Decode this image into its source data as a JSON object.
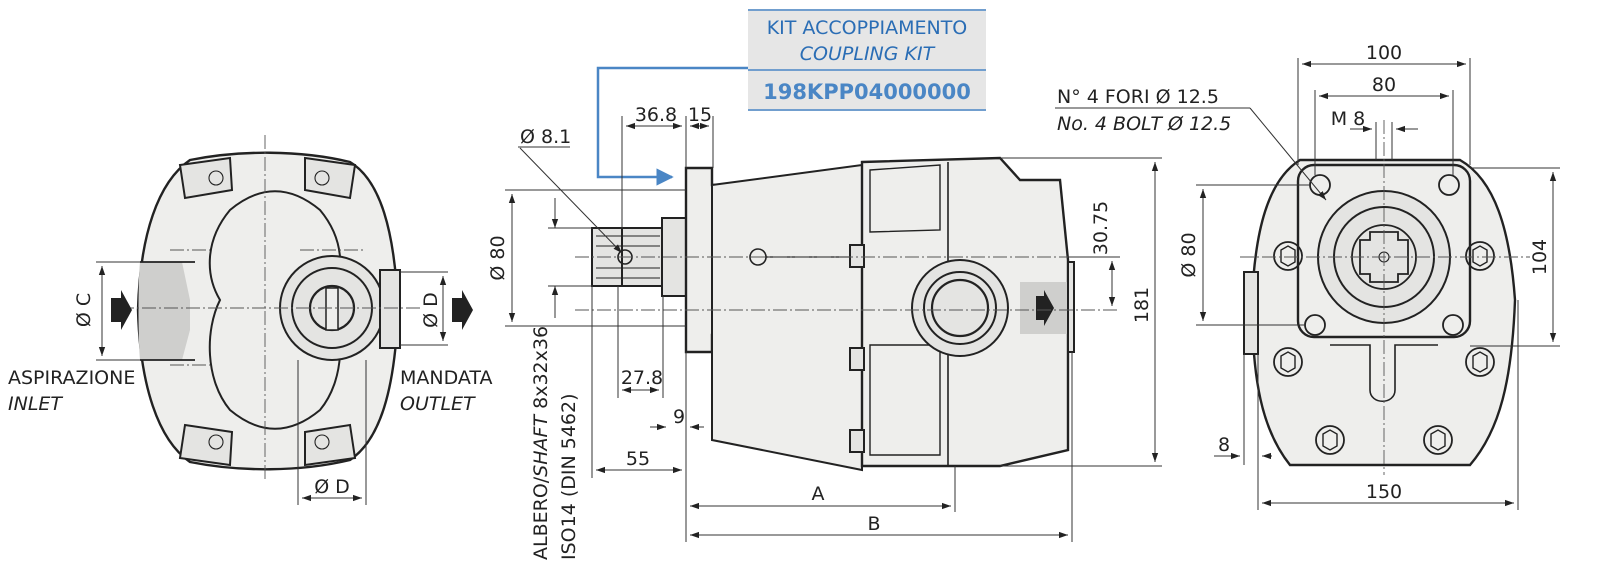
{
  "kit": {
    "title": "KIT ACCOPPIAMENTO",
    "subtitle": "COUPLING KIT",
    "code": "198KPP04000000"
  },
  "left_view": {
    "inlet_it": "ASPIRAZIONE",
    "inlet_en": "INLET",
    "outlet_it": "MANDATA",
    "outlet_en": "OUTLET",
    "dim_c": "Ø C",
    "dim_d_side": "Ø D",
    "dim_d_bottom": "Ø D"
  },
  "side_view": {
    "dia_8_1": "Ø 8.1",
    "dim_36_8": "36.8",
    "dim_15": "15",
    "dia_80": "Ø 80",
    "dim_27_8": "27.8",
    "dim_9": "9",
    "dim_55": "55",
    "shaft_line1_a": "ALBERO/",
    "shaft_line1_b": "SHAFT",
    "shaft_line1_c": " 8x32x36",
    "shaft_line2": "ISO14 (DIN 5462)",
    "dim_30_75": "30.75",
    "dim_181": "181",
    "dim_a": "A",
    "dim_b": "B"
  },
  "front_view": {
    "bolt_it": "N° 4 FORI Ø 12.5",
    "bolt_en": "No. 4 BOLT Ø 12.5",
    "dim_100": "100",
    "dim_80": "80",
    "dim_m8": "M 8",
    "dia_80": "Ø 80",
    "dim_104": "104",
    "dim_8": "8",
    "dim_150": "150"
  },
  "colors": {
    "accent": "#4a86c5",
    "kit_bg": "#e6e6e6",
    "body_fill": "#eeeeec"
  }
}
